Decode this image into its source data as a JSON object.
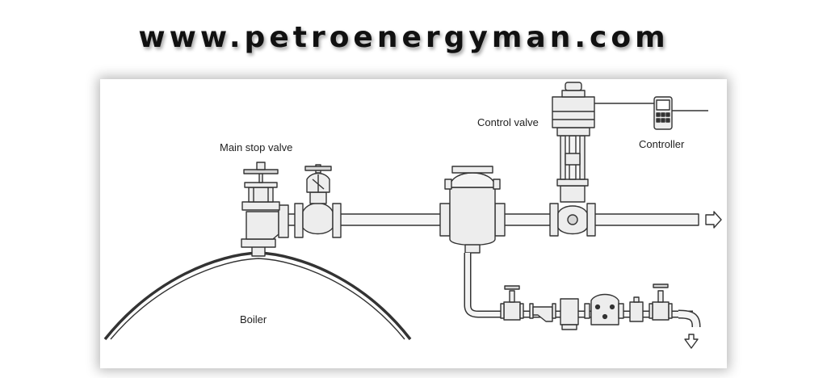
{
  "header": {
    "site_url": "www.petroenergyman.com"
  },
  "diagram": {
    "labels": {
      "main_stop_valve": "Main stop valve",
      "control_valve": "Control valve",
      "controller": "Controller",
      "boiler": "Boiler"
    }
  },
  "colors": {
    "line": "#333333",
    "fill": "#ededed",
    "fill_dark": "#d6d6d6",
    "panel_shadow": "#000000"
  }
}
